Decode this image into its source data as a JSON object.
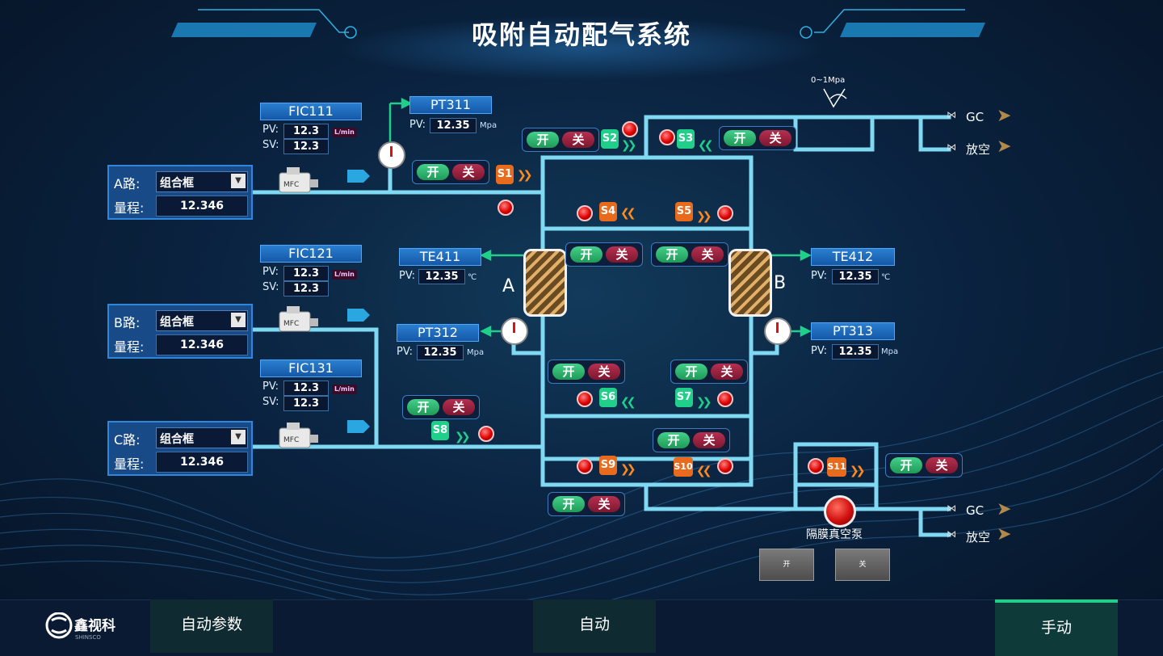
{
  "title": "吸附自动配气系统",
  "fic": [
    {
      "tag": "FIC111",
      "pv_label": "PV:",
      "sv_label": "SV:",
      "pv": "12.3",
      "sv": "12.3",
      "unit": "L/min"
    },
    {
      "tag": "FIC121",
      "pv_label": "PV:",
      "sv_label": "SV:",
      "pv": "12.3",
      "sv": "12.3",
      "unit": "L/min"
    },
    {
      "tag": "FIC131",
      "pv_label": "PV:",
      "sv_label": "SV:",
      "pv": "12.3",
      "sv": "12.3",
      "unit": "L/min"
    }
  ],
  "routes": [
    {
      "label": "A路:",
      "combo": "组合框",
      "range_label": "量程:",
      "range": "12.346",
      "mfc": "MFC"
    },
    {
      "label": "B路:",
      "combo": "组合框",
      "range_label": "量程:",
      "range": "12.346",
      "mfc": "MFC"
    },
    {
      "label": "C路:",
      "combo": "组合框",
      "range_label": "量程:",
      "range": "12.346",
      "mfc": "MFC"
    }
  ],
  "sensors": {
    "pt311": {
      "tag": "PT311",
      "pv_label": "PV:",
      "pv": "12.35",
      "unit": "Mpa"
    },
    "pt312": {
      "tag": "PT312",
      "pv_label": "PV:",
      "pv": "12.35",
      "unit": "Mpa"
    },
    "pt313": {
      "tag": "PT313",
      "pv_label": "PV:",
      "pv": "12.35",
      "unit": "Mpa"
    },
    "te411": {
      "tag": "TE411",
      "pv_label": "PV:",
      "pv": "12.35",
      "unit": "℃"
    },
    "te412": {
      "tag": "TE412",
      "pv_label": "PV:",
      "pv": "12.35",
      "unit": "℃"
    }
  },
  "switch": {
    "on": "开",
    "off": "关"
  },
  "valves": [
    "S1",
    "S2",
    "S3",
    "S4",
    "S5",
    "S6",
    "S7",
    "S8",
    "S9",
    "S10",
    "S11"
  ],
  "tanks": {
    "a": "A",
    "b": "B"
  },
  "regulator": "0~1Mpa",
  "outputs": {
    "gc": "GC",
    "vent": "放空"
  },
  "pump": {
    "label": "隔膜真空泵",
    "on": "开",
    "off": "关"
  },
  "nav": {
    "logo": "鑫视科",
    "logo_sub": "SHINSCO",
    "params": "自动参数",
    "auto": "自动",
    "manual": "手动"
  },
  "colors": {
    "pipe": "#7fd9f2",
    "green": "#1fcf8a",
    "orange": "#e86a1c",
    "accent": "#2f86da"
  }
}
